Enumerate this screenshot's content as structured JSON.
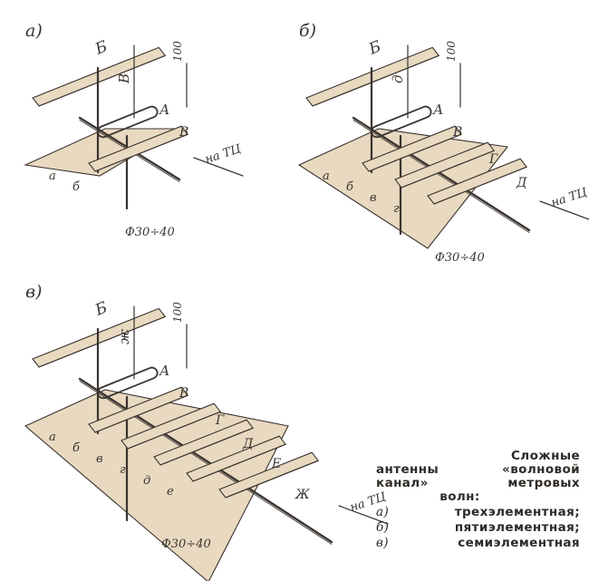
{
  "panels": [
    {
      "id": "a",
      "label": "а)",
      "reflector": "Б",
      "height_mark": "В",
      "dipole": "А",
      "director_b": "В",
      "spacing_dim": "100",
      "spacing_a": "а",
      "spacing_b": "б",
      "feed": "на ТЦ",
      "mast": "Ф30÷40"
    },
    {
      "id": "b",
      "label": "б)",
      "reflector": "Б",
      "height_mark": "д",
      "dipole": "А",
      "director_b": "В",
      "director_g": "Г",
      "director_d": "Д",
      "spacing_dim": "100",
      "spacing_a": "а",
      "spacing_b": "б",
      "spacing_v": "в",
      "spacing_g": "г",
      "feed": "на ТЦ",
      "mast": "Ф30÷40"
    },
    {
      "id": "c",
      "label": "в)",
      "reflector": "Б",
      "height_mark": "ж",
      "dipole": "А",
      "director_b": "В",
      "director_g": "Г",
      "director_d": "Д",
      "director_e": "Е",
      "director_zh": "Ж",
      "spacing_dim": "100",
      "spacing_a": "а",
      "spacing_b": "б",
      "spacing_v": "в",
      "spacing_g": "г",
      "spacing_d": "д",
      "spacing_e": "е",
      "feed": "на ТЦ",
      "mast": "Ф30÷40"
    }
  ],
  "caption": {
    "line1": "Сложные",
    "line2a": "антенны",
    "line2b": "«волновой",
    "line3a": "канал»",
    "line3b": "метровых",
    "line4": "волн:",
    "items": [
      {
        "tag": "а)",
        "text": "трехэлементная;"
      },
      {
        "tag": "б)",
        "text": "пятиэлементная;"
      },
      {
        "tag": "в)",
        "text": "семиэлементная"
      }
    ]
  },
  "colors": {
    "ink": "#3a3430",
    "plate": "#e8d9c0",
    "plate_dark": "#c9b596",
    "background": "#ffffff"
  }
}
